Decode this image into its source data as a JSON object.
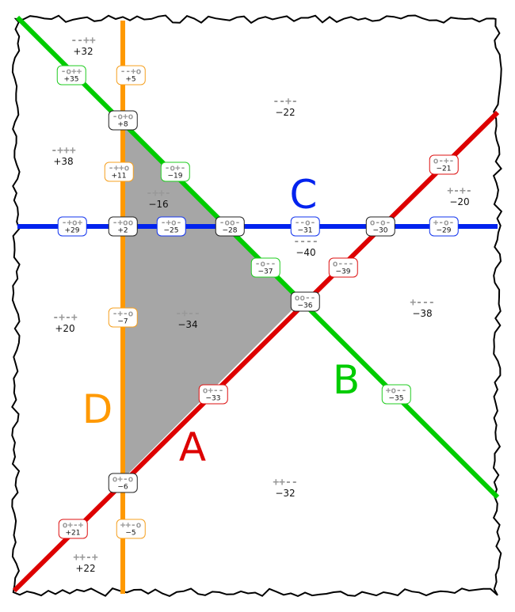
{
  "colors": {
    "A": "#dd0000",
    "B": "#00cc00",
    "C": "#0022ee",
    "D": "#ff9900",
    "region": "#a6a6a6"
  },
  "lines": {
    "A": "A",
    "B": "B",
    "C": "C",
    "D": "D"
  },
  "labels": [
    {
      "symbols": "--++",
      "value": "+32"
    },
    {
      "symbols": "-+++",
      "value": "+38"
    },
    {
      "symbols": "--+-",
      "value": "−22"
    },
    {
      "symbols": "-++-",
      "value": "−16"
    },
    {
      "symbols": "+-+-",
      "value": "−20"
    },
    {
      "symbols": "----",
      "value": "−40"
    },
    {
      "symbols": "-+-+",
      "value": "+20"
    },
    {
      "symbols": "-+--",
      "value": "−34"
    },
    {
      "symbols": "+---",
      "value": "−38"
    },
    {
      "symbols": "++--",
      "value": "−32"
    },
    {
      "symbols": "++-+",
      "value": "+22"
    },
    {
      "symbols": "-o++",
      "value": "+35"
    },
    {
      "symbols": "--+o",
      "value": "+5"
    },
    {
      "symbols": "-o+o",
      "value": "+8"
    },
    {
      "symbols": "-++o",
      "value": "+11"
    },
    {
      "symbols": "-o+-",
      "value": "−19"
    },
    {
      "symbols": "-+o+",
      "value": "+29"
    },
    {
      "symbols": "-+oo",
      "value": "+2"
    },
    {
      "symbols": "-+o-",
      "value": "−25"
    },
    {
      "symbols": "-oo-",
      "value": "−28"
    },
    {
      "symbols": "--o-",
      "value": "−31"
    },
    {
      "symbols": "o-o-",
      "value": "−30"
    },
    {
      "symbols": "+-o-",
      "value": "−29"
    },
    {
      "symbols": "o-+-",
      "value": "−21"
    },
    {
      "symbols": "-o--",
      "value": "−37"
    },
    {
      "symbols": "o---",
      "value": "−39"
    },
    {
      "symbols": "oo--",
      "value": "−36"
    },
    {
      "symbols": "-+-o",
      "value": "−7"
    },
    {
      "symbols": "o+--",
      "value": "−33"
    },
    {
      "symbols": "+o--",
      "value": "−35"
    },
    {
      "symbols": "o+-o",
      "value": "−6"
    },
    {
      "symbols": "o+-+",
      "value": "+21"
    },
    {
      "symbols": "++-o",
      "value": "−5"
    }
  ]
}
